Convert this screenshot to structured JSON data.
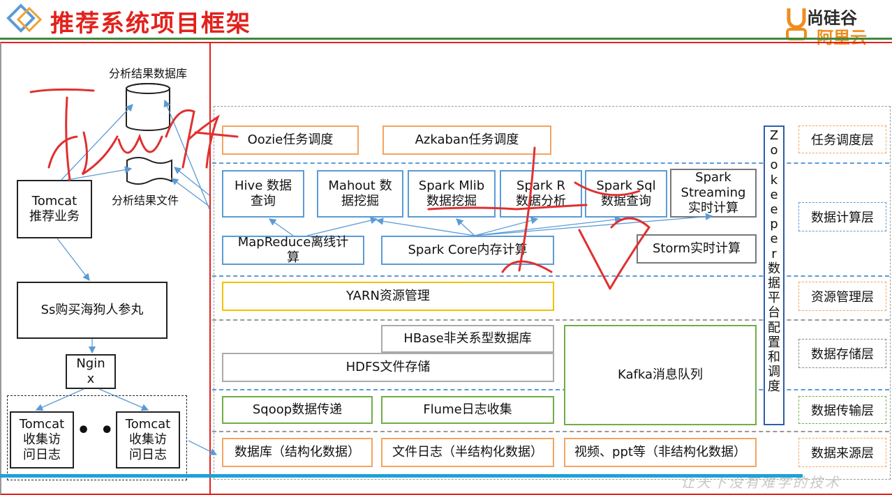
{
  "title": "推荐系统项目框架",
  "logo": {
    "line1": "尚硅谷",
    "line2": "阿里云"
  },
  "left": {
    "db_label": "分析结果数据库",
    "file_label": "分析结果文件",
    "tomcat_rec": "Tomcat 推荐业务",
    "app": "Ss购买海狗人参丸",
    "nginx": "Ngin x",
    "tomcat_log_a": "Tomcat 收集访 问日志",
    "tomcat_log_b": "Tomcat 收集访 问日志",
    "dots": "• • •"
  },
  "modules": {
    "oozie": "Oozie任务调度",
    "azkaban": "Azkaban任务调度",
    "hive": "Hive 数据查询",
    "mahout": "Mahout 数据挖掘",
    "mlib": "Spark Mlib 数据挖掘",
    "sparkr": "Spark R 数据分析",
    "sparksql": "Spark Sql 数据查询",
    "streaming": "Spark Streaming 实时计算",
    "mapreduce": "MapReduce离线计 算",
    "sparkcore": "Spark Core内存计算",
    "storm": "Storm实时计算",
    "yarn": "YARN资源管理",
    "hbase": "HBase非关系型数据库",
    "hdfs": "HDFS文件存储",
    "kafka": "Kafka消息队列",
    "sqoop": "Sqoop数据传递",
    "flume": "Flume日志收集",
    "src_db": "数据库（结构化数据）",
    "src_log": "文件日志（半结构化数据）",
    "src_video": "视频、ppt等（非结构化数据）"
  },
  "zookeeper": [
    "Z",
    "o",
    "o",
    "k",
    "e",
    "e",
    "p",
    "e",
    "r",
    "数",
    "据",
    "平",
    "台",
    "配",
    "置",
    "和",
    "调",
    "度"
  ],
  "layers": {
    "schedule": "任务调度层",
    "compute": "数据计算层",
    "resource": "资源管理层",
    "storage": "数据存储层",
    "transfer": "数据传输层",
    "source": "数据来源层"
  },
  "watermark": "让天下没有难学的技术",
  "colors": {
    "title": "#e2211c",
    "frame": "#e2211c",
    "blue": "#5b9bd5",
    "orange": "#f4a460",
    "green": "#70ad47",
    "yellow": "#f2c100",
    "annotation": "#e03030"
  }
}
